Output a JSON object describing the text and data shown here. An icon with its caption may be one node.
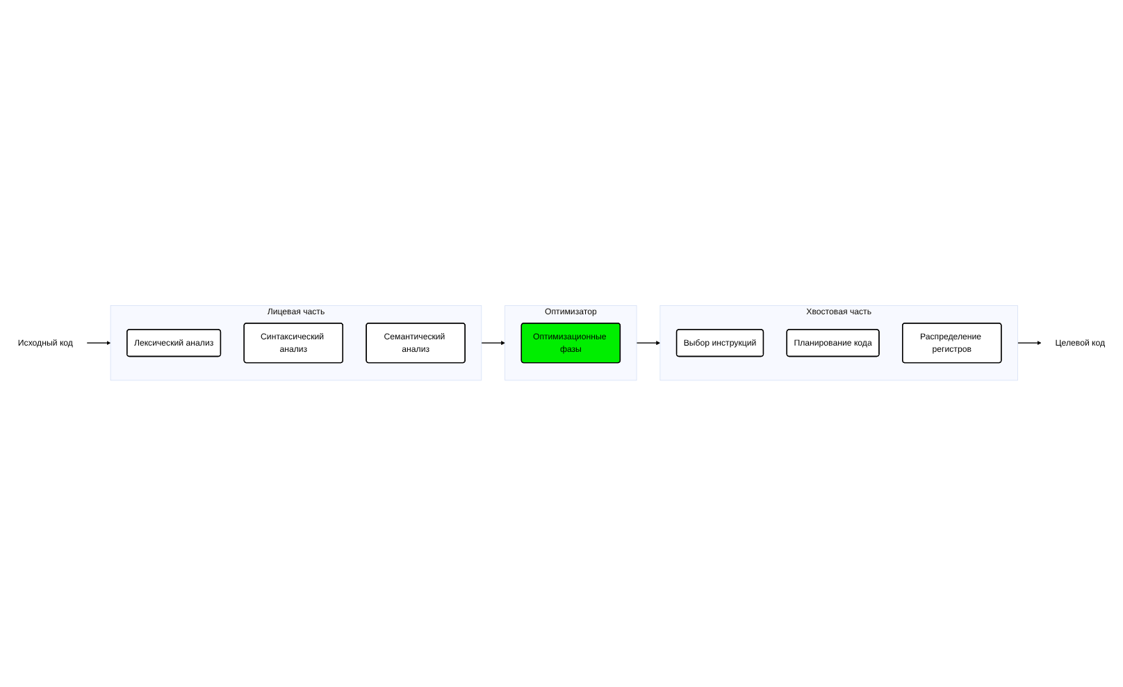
{
  "diagram": {
    "nodes": [
      {
        "text": [
          "Исходный код"
        ]
      },
      {
        "text": [
          "Лицевая часть"
        ]
      },
      {
        "text": [
          "Лексический анализ"
        ],
        "in": 1
      },
      {
        "text": [
          "Синтаксический анализ"
        ],
        "in": 1
      },
      {
        "text": [
          "Семантический анализ"
        ],
        "in": 1
      },
      {
        "text": [
          "Оптимизатор"
        ]
      },
      {
        "text": [
          "Оптимизационные фазы"
        ],
        "in": 5
      },
      {
        "text": [
          "Хвостовая часть"
        ]
      },
      {
        "text": [
          "Выбор инструкций"
        ],
        "in": 7
      },
      {
        "text": [
          "Планирование кода"
        ],
        "in": 7
      },
      {
        "text": [
          "Распределение регистров"
        ],
        "in": 7
      },
      {
        "text": [
          "Целевой код"
        ]
      }
    ],
    "edges": [
      {
        "from": 0,
        "to": 1,
        "arrow": "to"
      },
      {
        "from": 1,
        "to": 5,
        "arrow": "to"
      },
      {
        "from": 5,
        "to": 7,
        "arrow": "to"
      },
      {
        "from": 7,
        "to": 11,
        "arrow": "to"
      }
    ]
  }
}
